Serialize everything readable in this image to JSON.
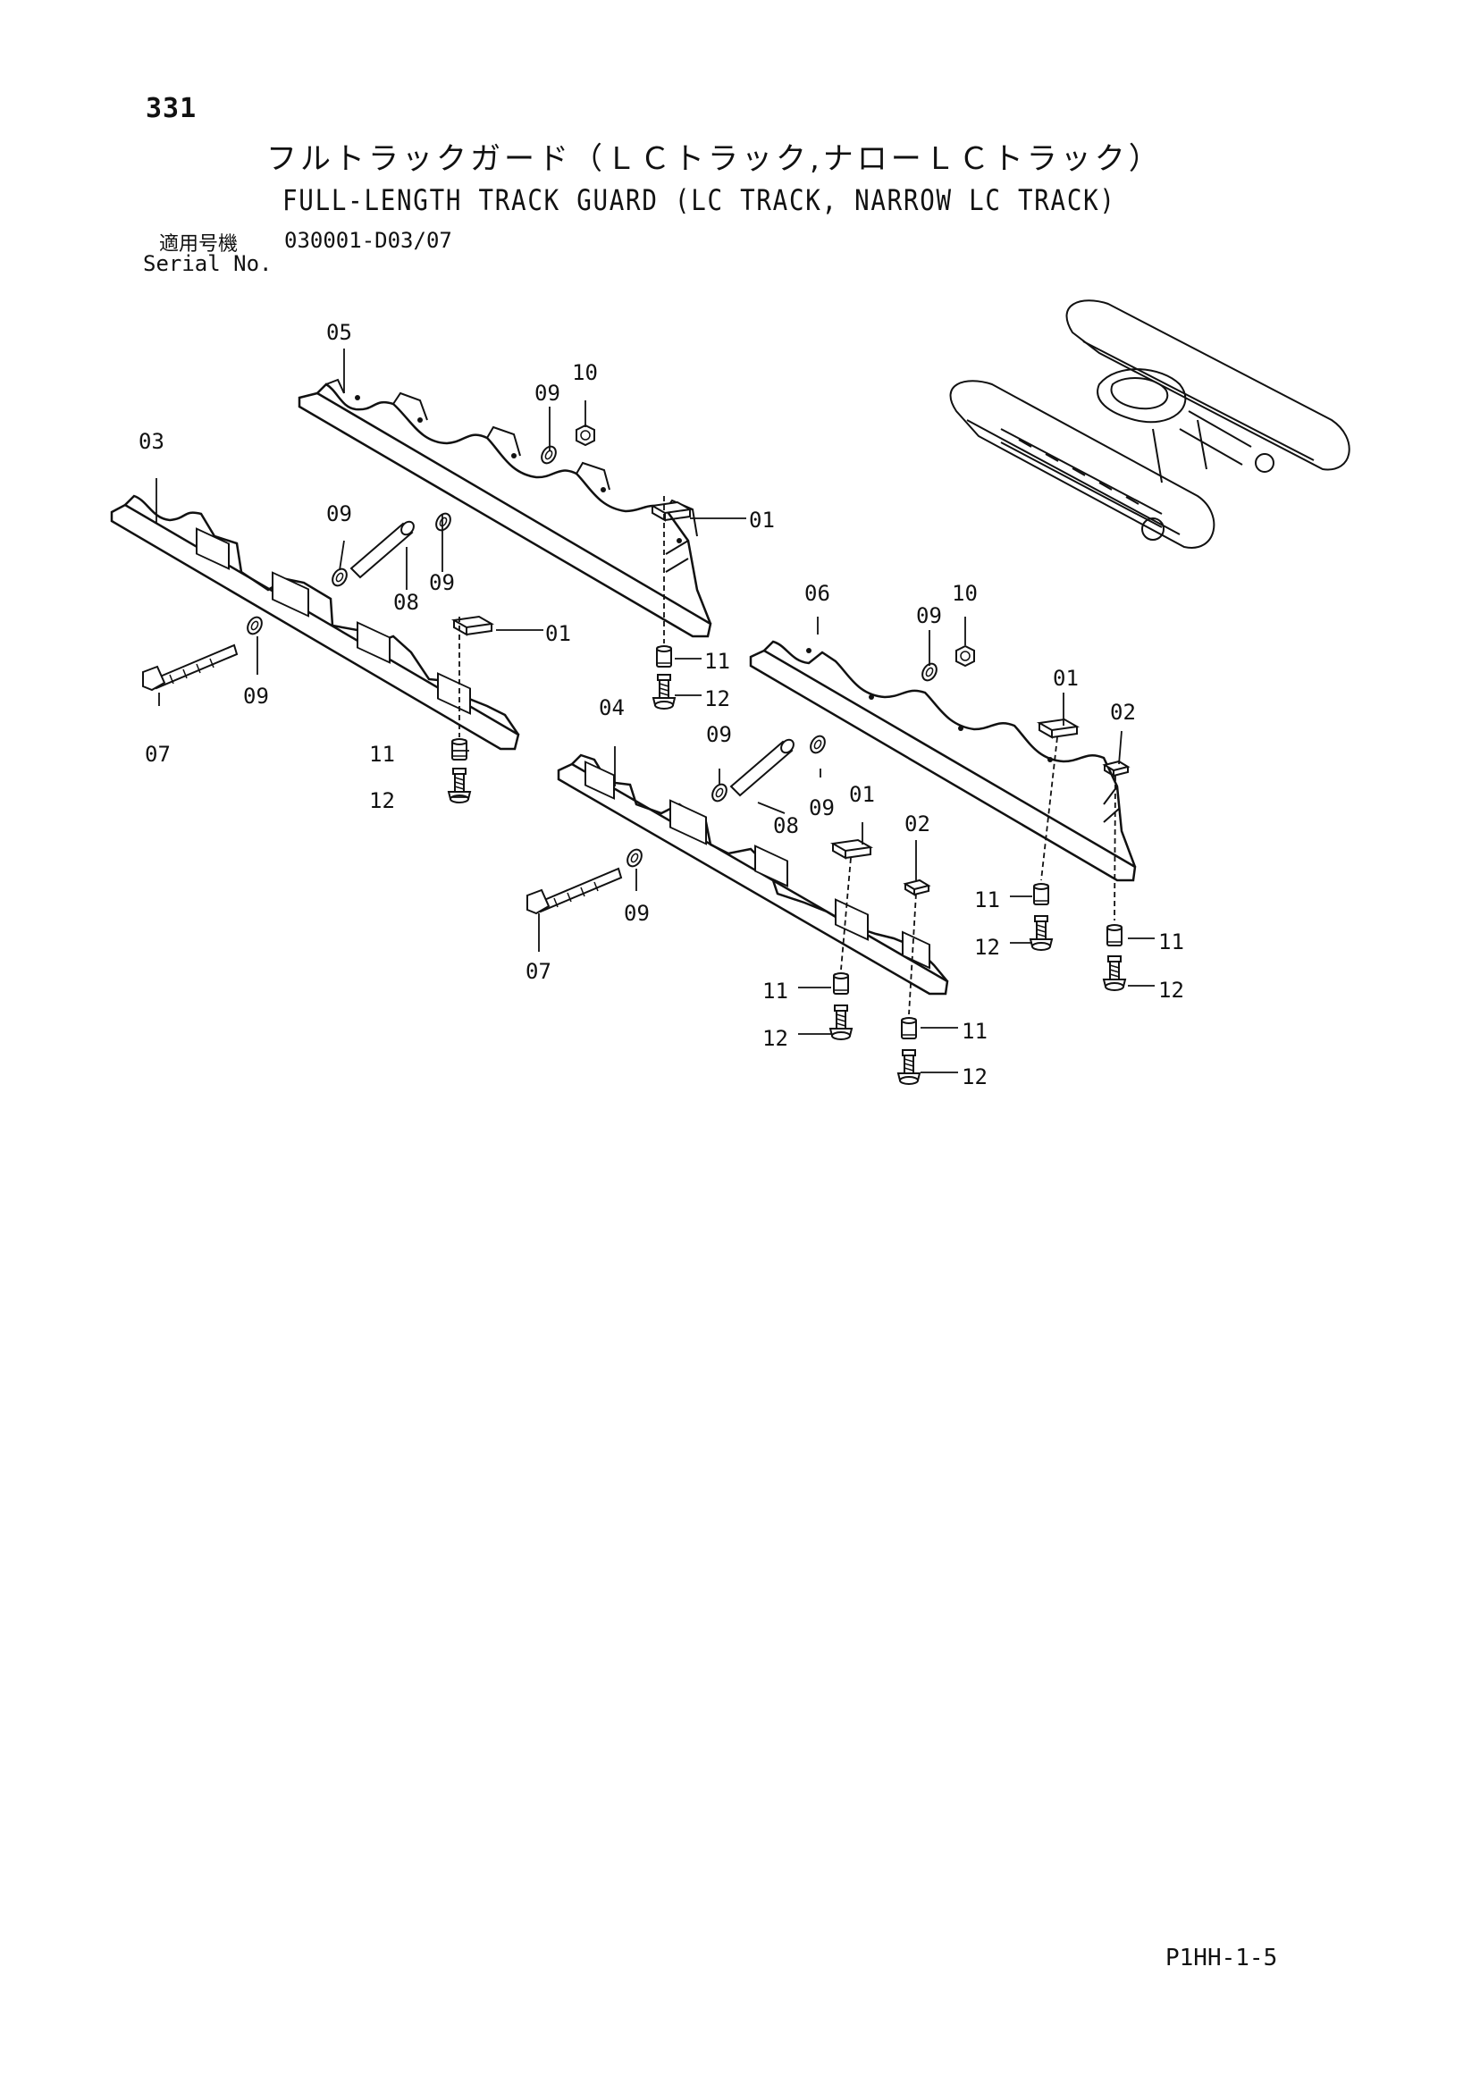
{
  "header": {
    "page_number": "331",
    "title_japanese": "フルトラックガード（ＬＣトラック,ナローＬＣトラック）",
    "title_english": "FULL-LENGTH TRACK GUARD (LC TRACK, NARROW LC TRACK)",
    "serial_label_japanese": "適用号機",
    "serial_label_english": "Serial No.",
    "serial_value": "030001-D03/07"
  },
  "footer": {
    "page_code": "P1HH-1-5"
  },
  "callouts": {
    "c01": "01",
    "c02": "02",
    "c03": "03",
    "c04": "04",
    "c05": "05",
    "c06": "06",
    "c07": "07",
    "c08": "08",
    "c09": "09",
    "c10": "10",
    "c11": "11",
    "c12": "12"
  },
  "icons": {
    "track_guard": "track-guard-rail-icon",
    "bolt": "hex-bolt-icon",
    "washer": "washer-icon",
    "nut": "hex-nut-icon",
    "pin": "pin-icon",
    "plate": "plate-icon",
    "undercarriage": "undercarriage-icon"
  }
}
